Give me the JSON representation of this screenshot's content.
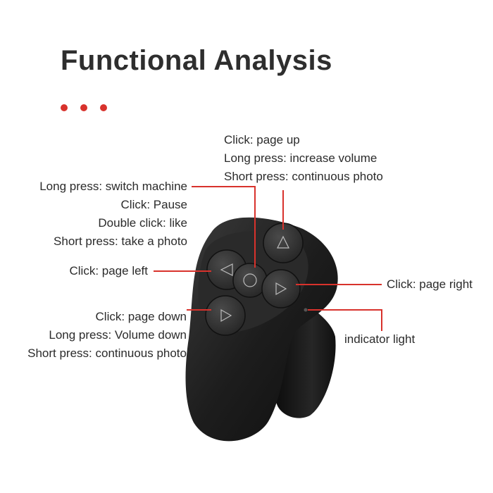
{
  "title": "Functional Analysis",
  "accent_color": "#d8322c",
  "device_color": "#1c1c1c",
  "callouts": {
    "top": {
      "lines": [
        "Click: page up",
        "Long press: increase volume",
        "Short press: continuous photo"
      ]
    },
    "center": {
      "lines": [
        "Long press: switch machine",
        "Click: Pause",
        "Double click: like",
        "Short press: take a photo"
      ]
    },
    "left": {
      "lines": [
        "Click: page left"
      ]
    },
    "right": {
      "lines": [
        "Click: page right"
      ]
    },
    "bottom": {
      "lines": [
        "Click: page down",
        "Long press: Volume down",
        "Short press: continuous photo"
      ]
    },
    "indicator": {
      "lines": [
        "indicator light"
      ]
    }
  },
  "icons": {
    "top_button": "triangle-up-icon",
    "left_button": "triangle-left-icon",
    "center_button": "circle-icon",
    "right_button": "triangle-right-icon",
    "bottom_button": "triangle-down-icon"
  }
}
